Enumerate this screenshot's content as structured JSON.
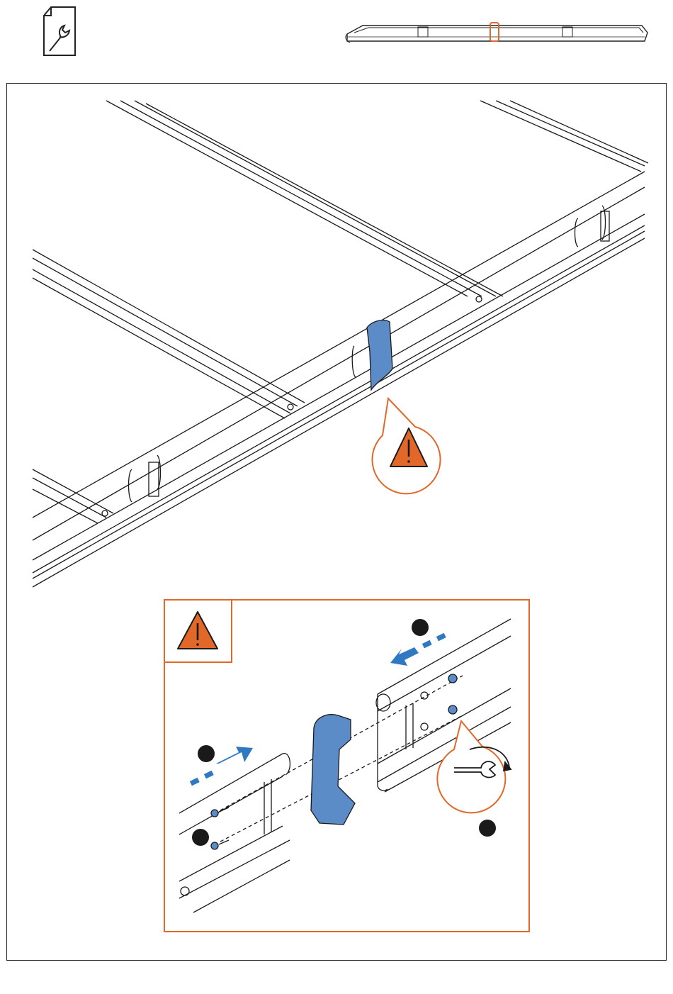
{
  "header": {
    "tool_icon": "wrench-document-icon",
    "overview_icon": "roof-rack-side-view-icon"
  },
  "main_illustration": {
    "highlight_part": "rail-connector-clip",
    "callout_icon": "warning-triangle-icon"
  },
  "detail": {
    "corner_icon": "warning-triangle-icon",
    "tighten_icon": "wrench-rotate-icon",
    "step_markers": [
      "step-marker-1",
      "step-marker-2",
      "step-marker-3",
      "step-marker-4"
    ]
  },
  "colors": {
    "accent_orange": "#e2682a",
    "part_blue": "#5b8cc8",
    "arrow_blue": "#2f79c3",
    "line": "#1a1a1a"
  }
}
